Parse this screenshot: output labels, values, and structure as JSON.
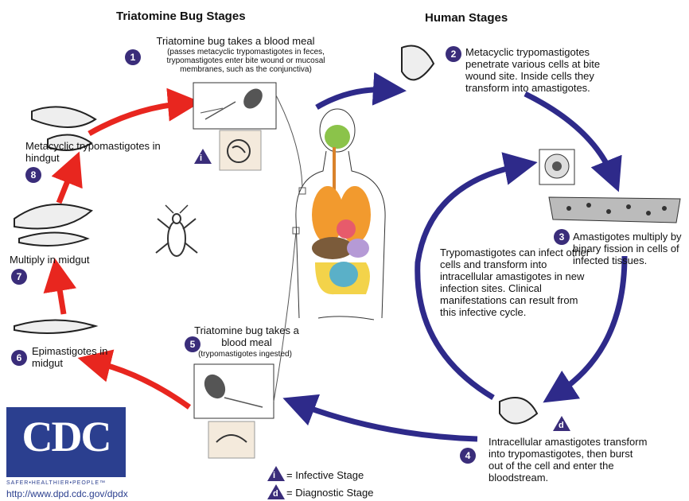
{
  "headers": {
    "bug": "Triatomine Bug Stages",
    "human": "Human Stages"
  },
  "steps": [
    {
      "num": "1",
      "title": "Triatomine bug takes a blood meal",
      "detail": "(passes metacyclic trypomastigotes in feces, trypomastigotes enter bite wound or mucosal membranes, such as the conjunctiva)"
    },
    {
      "num": "2",
      "text": "Metacyclic trypomastigotes penetrate various cells at bite wound site.  Inside cells they transform into amastigotes."
    },
    {
      "num": "3",
      "text": "Amastigotes multiply by binary fission in cells of infected tissues."
    },
    {
      "num": "4",
      "text": "Intracellular amastigotes transform into trypomastigotes, then burst out of the cell and enter the bloodstream."
    },
    {
      "num": "5",
      "title": "Triatomine bug takes a blood meal",
      "detail": "(trypomastigotes ingested)"
    },
    {
      "num": "6",
      "text": "Epimastigotes in midgut"
    },
    {
      "num": "7",
      "text": "Multiply in midgut"
    },
    {
      "num": "8",
      "text": "Metacyclic trypomastigotes in hindgut"
    }
  ],
  "cycle_note": "Trypomastigotes can infect other cells and transform into intracellular amastigotes in new infection sites. Clinical manifestations can result from this infective cycle.",
  "legend": {
    "infective_symbol": "i",
    "infective_label": "= Infective Stage",
    "diagnostic_symbol": "d",
    "diagnostic_label": "= Diagnostic Stage"
  },
  "logo": {
    "text": "CDC",
    "tagline": "SAFER•HEALTHIER•PEOPLE™"
  },
  "url": "http://www.dpd.cdc.gov/dpdx",
  "colors": {
    "human_arrow": "#2e2a8a",
    "bug_arrow": "#e8261f",
    "badge": "#3a2d7a"
  }
}
